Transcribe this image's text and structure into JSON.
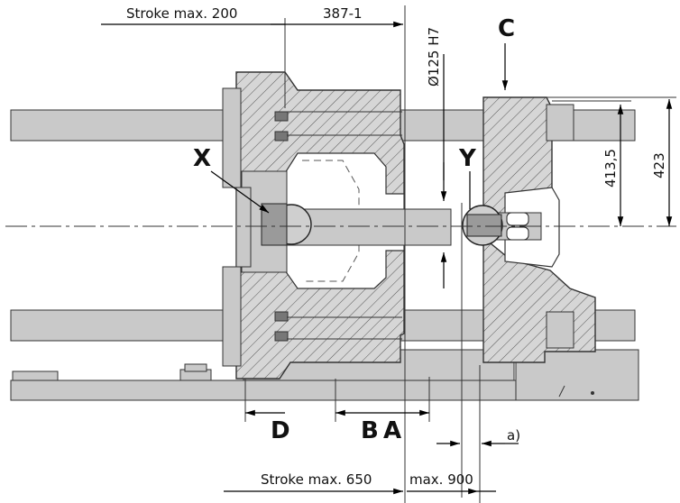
{
  "dimensions": {
    "stroke_max_200": "Stroke max. 200",
    "dim_387_1": "387-1",
    "dia_125_h7": "Ø125 H7",
    "dim_413_5": "413,5",
    "dim_423": "423",
    "stroke_max_650": "Stroke max. 650",
    "max_900": "max. 900",
    "a_note": "a)"
  },
  "callouts": {
    "c": "C",
    "x": "X",
    "y": "Y",
    "d": "D",
    "b": "B",
    "a": "A"
  },
  "colors": {
    "part_fill": "#c9c9c9",
    "section_fill": "#d6d6d6",
    "lines": "#000000"
  }
}
